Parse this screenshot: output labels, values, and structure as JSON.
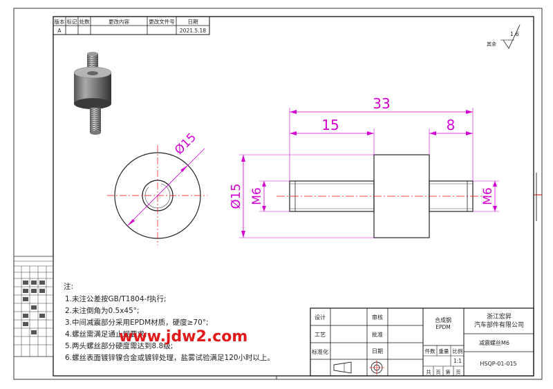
{
  "revision_table": {
    "headers": [
      "版本",
      "标记",
      "处数",
      "更改内容",
      "更改文件号",
      "日期"
    ],
    "row": {
      "version": "A",
      "date": "2021.5.18"
    }
  },
  "surface_finish": {
    "value": "1.6",
    "prefix": "其余"
  },
  "dimensions": {
    "overall_length": "33",
    "left_segment": "15",
    "right_segment": "8",
    "body_diameter": "Ø15",
    "left_thread": "M6",
    "right_thread": "M6",
    "front_view_diameter": "Ø15"
  },
  "notes": {
    "title": "注:",
    "items": [
      "1.未注公差按GB/T1804-f执行;",
      "2.未注倒角为0.5x45°;",
      "3.中间减震部分采用EPDM材质，硬度≥70°;",
      "4.螺丝需满足通止规要求;",
      "5.两头螺丝部分硬度需达到8.8级;",
      "6.螺丝表面镀锌镍合金或镀锌处理，盐雾试验满足120小时以上。"
    ]
  },
  "watermark": "www.jdw2.com",
  "title_block": {
    "design": "设计",
    "craft": "工艺",
    "standard": "标准化",
    "review": "审核",
    "approve": "批准",
    "date": "日期",
    "material_line1": "合成钢",
    "material_line2": "EPDM",
    "company_line1": "浙江宏昇",
    "company_line2": "汽车部件有限公司",
    "part_name": "减震螺丝M6",
    "count_label": "件数",
    "weight_label": "重量",
    "scale_label": "比例",
    "scale_value": "1:1",
    "sheets_total": "共",
    "sheet_unit1": "页",
    "sheet_no": "第",
    "sheet_unit2": "页",
    "drawing_number": "HSQP-01-015"
  }
}
